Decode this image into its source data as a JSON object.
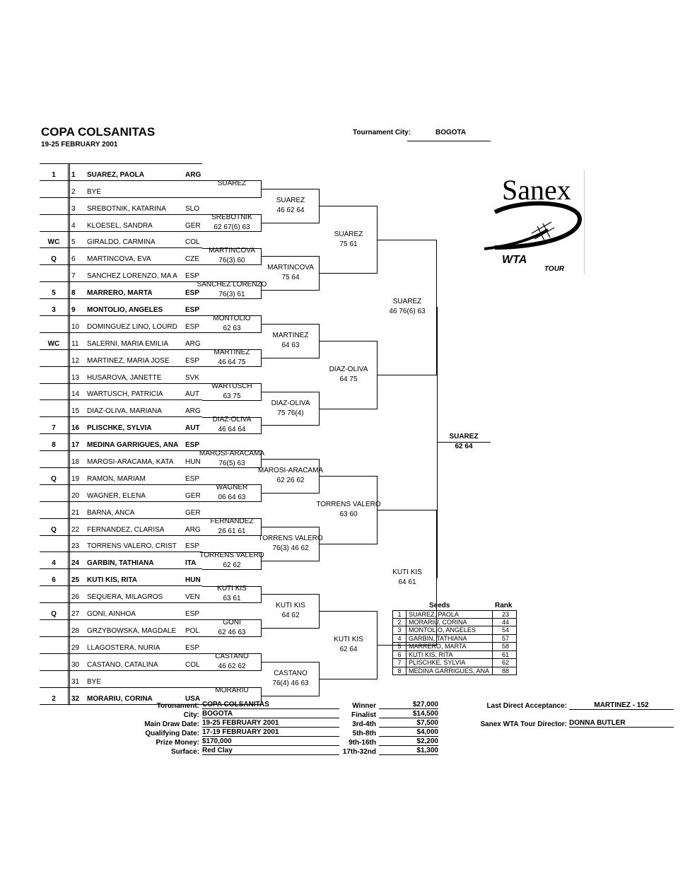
{
  "header": {
    "title": "COPA COLSANITAS",
    "dates": "19-25 FEBRUARY 2001",
    "city_label": "Tournament City:",
    "city_value": "BOGOTA"
  },
  "logo": {
    "text": "Sanex",
    "sub1": "WTA",
    "sub2": "TOUR"
  },
  "round1": [
    {
      "seed": "1",
      "num": "1",
      "name": "SUAREZ, PAOLA",
      "cc": "ARG",
      "bold": true
    },
    {
      "seed": "",
      "num": "2",
      "name": "BYE",
      "cc": "",
      "bold": false
    },
    {
      "seed": "",
      "num": "3",
      "name": "SREBOTNIK, KATARINA",
      "cc": "SLO",
      "bold": false
    },
    {
      "seed": "",
      "num": "4",
      "name": "KLOESEL, SANDRA",
      "cc": "GER",
      "bold": false
    },
    {
      "seed": "WC",
      "num": "5",
      "name": "GIRALDO, CARMINA",
      "cc": "COL",
      "bold": false
    },
    {
      "seed": "Q",
      "num": "6",
      "name": "MARTINCOVA, EVA",
      "cc": "CZE",
      "bold": false
    },
    {
      "seed": "",
      "num": "7",
      "name": "SANCHEZ LORENZO, MA A",
      "cc": "ESP",
      "bold": false
    },
    {
      "seed": "5",
      "num": "8",
      "name": "MARRERO, MARTA",
      "cc": "ESP",
      "bold": true
    },
    {
      "seed": "3",
      "num": "9",
      "name": "MONTOLIO, ANGELES",
      "cc": "ESP",
      "bold": true
    },
    {
      "seed": "",
      "num": "10",
      "name": "DOMINGUEZ LINO, LOURD",
      "cc": "ESP",
      "bold": false
    },
    {
      "seed": "WC",
      "num": "11",
      "name": "SALERNI, MARIA EMILIA",
      "cc": "ARG",
      "bold": false
    },
    {
      "seed": "",
      "num": "12",
      "name": "MARTINEZ, MARIA JOSE",
      "cc": "ESP",
      "bold": false
    },
    {
      "seed": "",
      "num": "13",
      "name": "HUSAROVA, JANETTE",
      "cc": "SVK",
      "bold": false
    },
    {
      "seed": "",
      "num": "14",
      "name": "WARTUSCH, PATRICIA",
      "cc": "AUT",
      "bold": false
    },
    {
      "seed": "",
      "num": "15",
      "name": "DIAZ-OLIVA, MARIANA",
      "cc": "ARG",
      "bold": false
    },
    {
      "seed": "7",
      "num": "16",
      "name": "PLISCHKE, SYLVIA",
      "cc": "AUT",
      "bold": true
    },
    {
      "seed": "8",
      "num": "17",
      "name": "MEDINA GARRIGUES, ANA",
      "cc": "ESP",
      "bold": true
    },
    {
      "seed": "",
      "num": "18",
      "name": "MAROSI-ARACAMA, KATA",
      "cc": "HUN",
      "bold": false
    },
    {
      "seed": "Q",
      "num": "19",
      "name": "RAMON, MARIAM",
      "cc": "ESP",
      "bold": false
    },
    {
      "seed": "",
      "num": "20",
      "name": "WAGNER, ELENA",
      "cc": "GER",
      "bold": false
    },
    {
      "seed": "",
      "num": "21",
      "name": "BARNA, ANCA",
      "cc": "GER",
      "bold": false
    },
    {
      "seed": "Q",
      "num": "22",
      "name": "FERNANDEZ, CLARISA",
      "cc": "ARG",
      "bold": false
    },
    {
      "seed": "",
      "num": "23",
      "name": "TORRENS VALERO, CRIST",
      "cc": "ESP",
      "bold": false
    },
    {
      "seed": "4",
      "num": "24",
      "name": "GARBIN, TATHIANA",
      "cc": "ITA",
      "bold": true
    },
    {
      "seed": "6",
      "num": "25",
      "name": "KUTI KIS, RITA",
      "cc": "HUN",
      "bold": true
    },
    {
      "seed": "",
      "num": "26",
      "name": "SEQUERA, MILAGROS",
      "cc": "VEN",
      "bold": false
    },
    {
      "seed": "Q",
      "num": "27",
      "name": "GONI, AINHOA",
      "cc": "ESP",
      "bold": false
    },
    {
      "seed": "",
      "num": "28",
      "name": "GRZYBOWSKA, MAGDALE",
      "cc": "POL",
      "bold": false
    },
    {
      "seed": "",
      "num": "29",
      "name": "LLAGOSTERA, NURIA",
      "cc": "ESP",
      "bold": false
    },
    {
      "seed": "",
      "num": "30",
      "name": "CASTANO, CATALINA",
      "cc": "COL",
      "bold": false
    },
    {
      "seed": "",
      "num": "31",
      "name": "BYE",
      "cc": "",
      "bold": false
    },
    {
      "seed": "2",
      "num": "32",
      "name": "MORARIU, CORINA",
      "cc": "USA",
      "bold": true
    }
  ],
  "round2": [
    {
      "winner": "SUAREZ",
      "score": ""
    },
    {
      "winner": "SREBOTNIK",
      "score": "62 67(6) 63"
    },
    {
      "winner": "MARTINCOVA",
      "score": "76(3) 60"
    },
    {
      "winner": "SANCHEZ LORENZO",
      "score": "76(3) 61"
    },
    {
      "winner": "MONTOLIO",
      "score": "62 63"
    },
    {
      "winner": "MARTINEZ",
      "score": "46 64 75"
    },
    {
      "winner": "WARTUSCH",
      "score": "63 75"
    },
    {
      "winner": "DIAZ-OLIVA",
      "score": "46 64 64"
    },
    {
      "winner": "MAROSI-ARACAMA",
      "score": "76(5) 63"
    },
    {
      "winner": "WAGNER",
      "score": "06 64 63"
    },
    {
      "winner": "FERNANDEZ",
      "score": "26 61 61"
    },
    {
      "winner": "TORRENS VALERO",
      "score": "62 62"
    },
    {
      "winner": "KUTI KIS",
      "score": "63 61"
    },
    {
      "winner": "GONI",
      "score": "62 46 63"
    },
    {
      "winner": "CASTANO",
      "score": "46 62 62"
    },
    {
      "winner": "MORARIU",
      "score": ""
    }
  ],
  "round3": [
    {
      "winner": "SUAREZ",
      "score": "46 62 64"
    },
    {
      "winner": "MARTINCOVA",
      "score": "75 64"
    },
    {
      "winner": "MARTINEZ",
      "score": "64 63"
    },
    {
      "winner": "DIAZ-OLIVA",
      "score": "75 76(4)"
    },
    {
      "winner": "MAROSI-ARACAMA",
      "score": "62 26 62"
    },
    {
      "winner": "TORRENS VALERO",
      "score": "76(3) 46 62"
    },
    {
      "winner": "KUTI KIS",
      "score": "64 62"
    },
    {
      "winner": "CASTANO",
      "score": "76(4) 46 63"
    }
  ],
  "round4": [
    {
      "winner": "SUAREZ",
      "score": "75 61"
    },
    {
      "winner": "DIAZ-OLIVA",
      "score": "64 75"
    },
    {
      "winner": "TORRENS VALERO",
      "score": "63 60"
    },
    {
      "winner": "KUTI KIS",
      "score": "62 64"
    }
  ],
  "round5": [
    {
      "winner": "SUAREZ",
      "score": "46 76(6) 63"
    },
    {
      "winner": "KUTI KIS",
      "score": "64 61"
    }
  ],
  "champion": {
    "winner": "SUAREZ",
    "score": "62 64"
  },
  "seeds": {
    "head_seeds": "Seeds",
    "head_rank": "Rank",
    "rows": [
      {
        "n": "1",
        "name": "SUAREZ, PAOLA",
        "rank": "23"
      },
      {
        "n": "2",
        "name": "MORARIU, CORINA",
        "rank": "44"
      },
      {
        "n": "3",
        "name": "MONTOLIO, ANGELES",
        "rank": "54"
      },
      {
        "n": "4",
        "name": "GARBIN, TATHIANA",
        "rank": "57"
      },
      {
        "n": "5",
        "name": "MARRERO, MARTA",
        "rank": "58"
      },
      {
        "n": "6",
        "name": "KUTI KIS, RITA",
        "rank": "61"
      },
      {
        "n": "7",
        "name": "PLISCHKE, SYLVIA",
        "rank": "62"
      },
      {
        "n": "8",
        "name": "MEDINA GARRIGUES, ANA",
        "rank": "88"
      }
    ]
  },
  "info": {
    "tournament_label": "Torunament:",
    "tournament": "COPA COLSANITAS",
    "city_label": "City:",
    "city": "BOGOTA",
    "main_label": "Main Draw Date:",
    "main": "19-25 FEBRUARY 2001",
    "qual_label": "Qualifying Date:",
    "qual": "17-19 FEBRUARY 2001",
    "prize_label": "Prize Money:",
    "prize": "$170,000",
    "surface_label": "Surface:",
    "surface": "Red Clay"
  },
  "prizes": [
    {
      "label": "Winner",
      "value": "$27,000"
    },
    {
      "label": "Finalist",
      "value": "$14,500"
    },
    {
      "label": "3rd-4th",
      "value": "$7,500"
    },
    {
      "label": "5th-8th",
      "value": "$4,000"
    },
    {
      "label": "9th-16th",
      "value": "$2,200"
    },
    {
      "label": "17th-32nd",
      "value": "$1,300"
    }
  ],
  "extra": {
    "lda_label": "Last Direct Acceptance:",
    "lda": "MARTINEZ - 152",
    "director_label": "Sanex WTA Tour Director:",
    "director": "DONNA BUTLER"
  }
}
